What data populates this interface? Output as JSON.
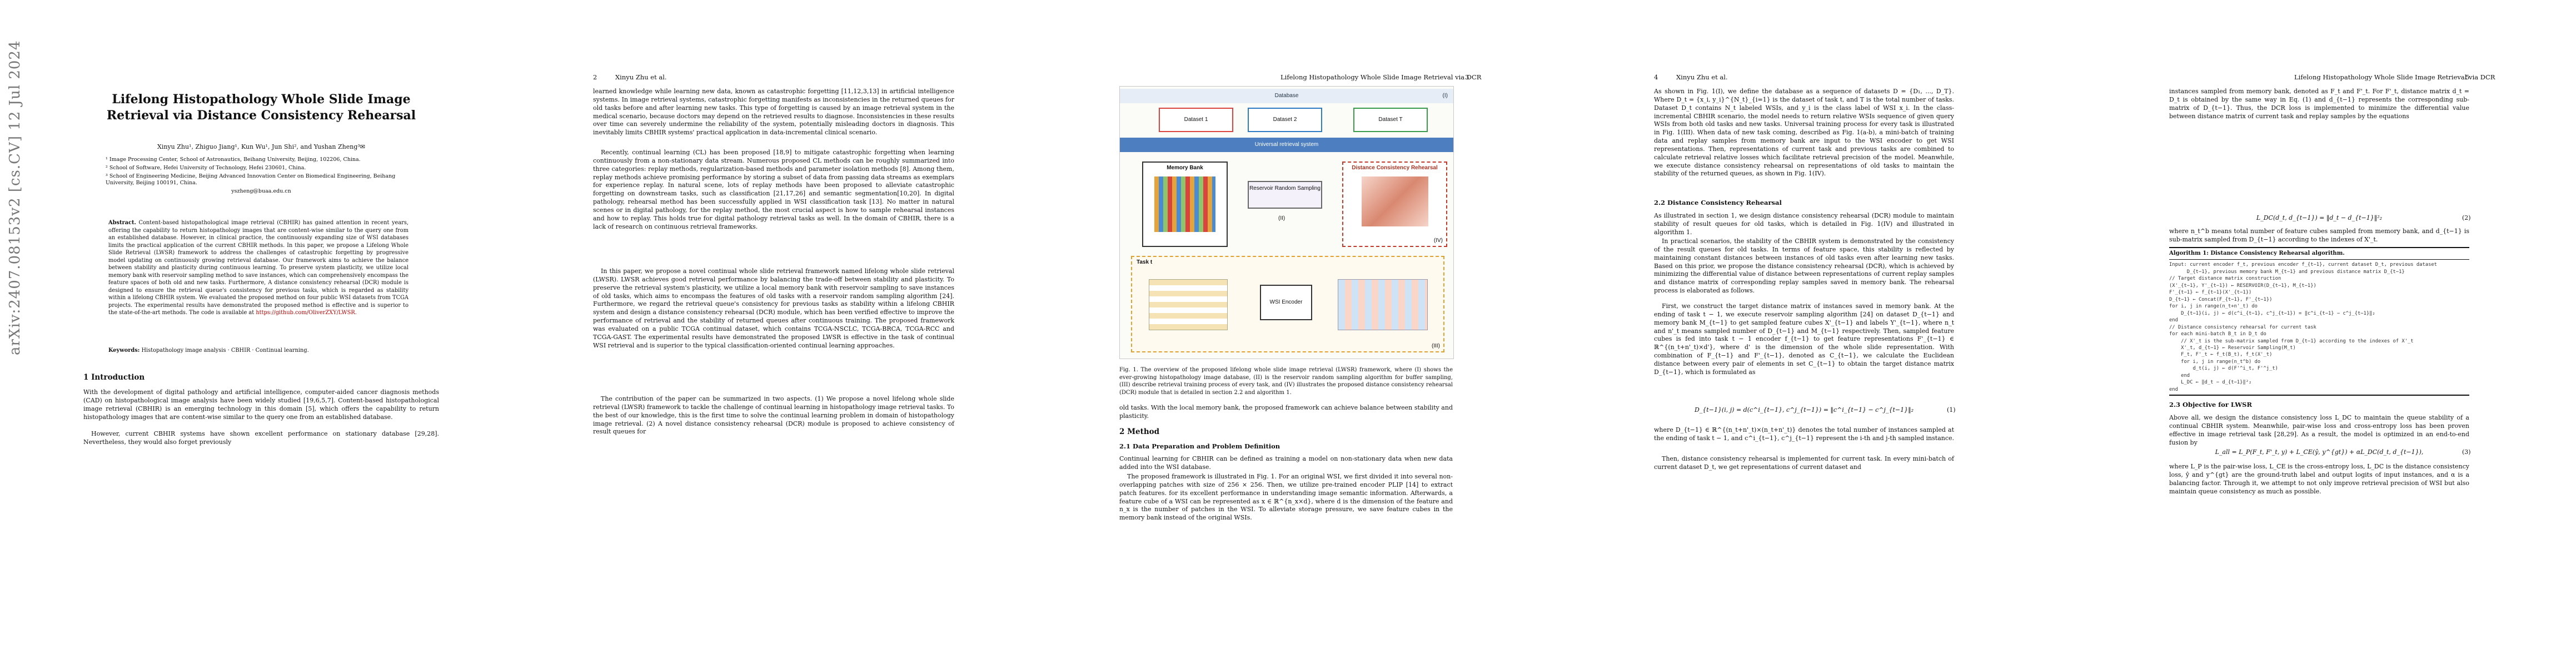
{
  "side_label": "arXiv:2407.08153v2 [cs.CV] 12 Jul 2024",
  "paper": {
    "title_line1": "Lifelong Histopathology Whole Slide Image",
    "title_line2": "Retrieval via Distance Consistency Rehearsal",
    "authors": "Xinyu Zhu¹, Zhiguo Jiang¹, Kun Wu¹, Jun Shi², and Yushan Zheng³✉",
    "affil_1": "¹ Image Processing Center, School of Astronautics, Beihang University, Beijing, 102206, China.",
    "affil_2": "² School of Software, Hefei University of Technology, Hefei 230601, China.",
    "affil_3": "³ School of Engineering Medicine, Beijing Advanced Innovation Center on Biomedical Engineering, Beihang University, Beijing 100191, China.",
    "email": "yszheng@buaa.edu.cn",
    "abstract_label": "Abstract.",
    "abstract": "Content-based histopathological image retrieval (CBHIR) has gained attention in recent years, offering the capability to return histopathology images that are content-wise similar to the query one from an established database. However, in clinical practice, the continuously expanding size of WSI databases limits the practical application of the current CBHIR methods. In this paper, we propose a Lifelong Whole Slide Retrieval (LWSR) framework to address the challenges of catastrophic forgetting by progressive model updating on continuously growing retrieval database. Our framework aims to achieve the balance between stability and plasticity during continuous learning. To preserve system plasticity, we utilize local memory bank with reservoir sampling method to save instances, which can comprehensively encompass the feature spaces of both old and new tasks. Furthermore, A distance consistency rehearsal (DCR) module is designed to ensure the retrieval queue's consistency for previous tasks, which is regarded as stability within a lifelong CBHIR system. We evaluated the proposed method on four public WSI datasets from TCGA projects. The experimental results have demonstrated the proposed method is effective and is superior to the state-of-the-art methods. The code is available at",
    "code_url": "https://github.com/OliverZXY/LWSR.",
    "keywords_label": "Keywords:",
    "keywords": "Histopathology image analysis · CBHIR · Continual learning."
  },
  "page1": {
    "section": "1   Introduction",
    "p1": "With the development of digital pathology and artificial intelligence, computer-aided cancer diagnosis methods (CAD) on histopathological image analysis have been widely studied [19,6,5,7]. Content-based histopathological image retrieval (CBHIR) is an emerging technology in this domain [5], which offers the capability to return histopathology images that are content-wise similar to the query one from an established database.",
    "p2": "However, current CBHIR systems have shown excellent performance on stationary database [29,28]. Nevertheless, they would also forget previously"
  },
  "page2": {
    "num": "2",
    "running": "Xinyu Zhu et al.",
    "p1": "learned knowledge while learning new data, known as catastrophic forgetting [11,12,3,13] in artificial intelligence systems. In image retrieval systems, catastrophic forgetting manifests as inconsistencies in the returned queues for old tasks before and after learning new tasks. This type of forgetting is caused by an image retrieval system in the medical scenario, because doctors may depend on the retrieved results to diagnose. Inconsistencies in these results over time can severely undermine the reliability of the system, potentially misleading doctors in diagnosis. This inevitably limits CBHIR systems' practical application in data-incremental clinical scenario.",
    "p2": "Recently, continual learning (CL) has been proposed [18,9] to mitigate catastrophic forgetting when learning continuously from a non-stationary data stream. Numerous proposed CL methods can be roughly summarized into three categories: replay methods, regularization-based methods and parameter isolation methods [8]. Among them, replay methods achieve promising performance by storing a subset of data from passing data streams as exemplars for experience replay. In natural scene, lots of replay methods have been proposed to alleviate catastrophic forgetting on downstream tasks, such as classification [21,17,26] and semantic segmentation[10,20]. In digital pathology, rehearsal method has been successfully applied in WSI classification task [13]. No matter in natural scenes or in digital pathology, for the replay method, the most crucial aspect is how to sample rehearsal instances and how to replay. This holds true for digital pathology retrieval tasks as well. In the domain of CBHIR, there is a lack of research on continuous retrieval frameworks.",
    "p3": "In this paper, we propose a novel continual whole slide retrieval framework named lifelong whole slide retrieval (LWSR). LWSR achieves good retrieval performance by balancing the trade-off between stability and plasticity. To preserve the retrieval system's plasticity, we utilize a local memory bank with reservoir sampling to save instances of old tasks, which aims to encompass the features of old tasks with a reservoir random sampling algorithm [24]. Furthermore, we regard the retrieval queue's consistency for previous tasks as stability within a lifelong CBHIR system and design a distance consistency rehearsal (DCR) module, which has been verified effective to improve the performance of retrieval and the stability of returned queues after continuous training. The proposed framework was evaluated on a public TCGA continual dataset, which contains TCGA-NSCLC, TCGA-BRCA, TCGA-RCC and TCGA-GAST. The experimental results have demonstrated the proposed LWSR is effective in the task of continual WSI retrieval and is superior to the typical classification-oriented continual learning approaches.",
    "p4": "The contribution of the paper can be summarized in two aspects. (1) We propose a novel lifelong whole slide retrieval (LWSR) framework to tackle the challenge of continual learning in histopathology image retrieval tasks. To the best of our knowledge, this is the first time to solve the continual learning problem in domain of histopathology image retrieval. (2) A novel distance consistency rehearsal (DCR) module is proposed to achieve consistency of result queues for"
  },
  "page3": {
    "num": "3",
    "running": "Lifelong Histopathology Whole Slide Image Retrieval via DCR",
    "fig_database": "Database",
    "fig_datasets": [
      "Dataset 1",
      "Dataset 2",
      "Dataset T"
    ],
    "fig_memory": "Memory Bank",
    "fig_reservoir": "Reservoir Random Sampling",
    "fig_dcr": "Distance Consistency Rehearsal",
    "fig_task": "Task t",
    "fig_wsi_encoder": "WSI Encoder",
    "fig_i": "(I)",
    "fig_ii": "(II)",
    "fig_iii": "(III)",
    "fig_iv": "(IV)",
    "fig_universal": "Universal retrieval system",
    "caption": "Fig. 1. The overview of the proposed lifelong whole slide image retrieval (LWSR) framework, where (I) shows the ever-growing histopathology image database, (II) is the reservoir random sampling algorithm for buffer sampling, (III) describe retrieval training process of every task, and (IV) illustrates the proposed distance consistency rehearsal (DCR) module that is detailed in section 2.2 and algorithm 1.",
    "p1": "old tasks. With the local memory bank, the proposed framework can achieve balance between stability and plasticity.",
    "section": "2   Method",
    "sub1": "2.1   Data Preparation and Problem Definition",
    "p2": "Continual learning for CBHIR can be defined as training a model on non-stationary data when new data added into the WSI database.",
    "p3": "The proposed framework is illustrated in Fig. 1. For an original WSI, we first divided it into several non-overlapping patches with size of 256 × 256. Then, we utilize pre-trained encoder PLIP [14] to extract patch features. for its excellent performance in understanding image semantic information. Afterwards, a feature cube of a WSI can be represented as x ∈ ℝ^{n_x×d}, where d is the dimension of the feature and n_x is the number of patches in the WSI. To alleviate storage pressure, we save feature cubes in the memory bank instead of the original WSIs."
  },
  "page4": {
    "num": "4",
    "running": "Xinyu Zhu et al.",
    "p1": "As shown in Fig. 1(I), we define the database as a sequence of datasets D = {D₁, ..., D_T}. Where D_t = {x_i, y_i}^{N_t}_{i=1} is the dataset of task t, and T is the total number of tasks. Dataset D_t contains N_t labeled WSIs, and y_i is the class label of WSI x_i. In the class-incremental CBHIR scenario, the model needs to return relative WSIs sequence of given query WSIs from both old tasks and new tasks. Universal training process for every task is illustrated in Fig. 1(III). When data of new task coming, described as Fig. 1(a-b), a mini-batch of training data and replay samples from memory bank are input to the WSI encoder to get WSI representations. Then, representations of current task and previous tasks are combined to calculate retrieval relative losses which facilitate retrieval precision of the model. Meanwhile, we execute distance consistency rehearsal on representations of old tasks to maintain the stability of the returned queues, as shown in Fig. 1(IV).",
    "sub1": "2.2   Distance Consistency Rehearsal",
    "p2": "As illustrated in section 1, we design distance consistency rehearsal (DCR) module to maintain stability of result queues for old tasks, which is detailed in Fig. 1(IV) and illustrated in algorithm 1.",
    "p3": "In practical scenarios, the stability of the CBHIR system is demonstrated by the consistency of the result queues for old tasks. In terms of feature space, this stability is reflected by maintaining constant distances between instances of old tasks even after learning new tasks. Based on this prior, we propose the distance consistency rehearsal (DCR), which is achieved by minimizing the differential value of distance between representations of current replay samples and distance matrix of corresponding replay samples saved in memory bank. The rehearsal process is elaborated as follows.",
    "p4": "First, we construct the target distance matrix of instances saved in memory bank. At the ending of task t − 1, we execute reservoir sampling algorithm [24] on dataset D_{t−1} and memory bank M_{t−1} to get sampled feature cubes X'_{t−1} and labels Y'_{t−1}, where n_t and n'_t means sampled number of D_{t−1} and M_{t−1} respectively. Then, sampled feature cubes is fed into task t − 1 encoder f_{t−1} to get feature representations F'_{t−1} ∈ ℝ^{(n_t+n'_t)×d'}, where d' is the dimension of the whole slide representation. With combination of F_{t−1} and F'_{t−1}, denoted as C_{t−1}, we calculate the Euclidean distance between every pair of elements in set C_{t−1} to obtain the target distance matrix D_{t−1}, which is formulated as",
    "eq1": "D_{t−1}(i, j) = d(c^i_{t−1}, c^j_{t−1}) = ‖c^i_{t−1} − c^j_{t−1}‖₂",
    "eq1_no": "(1)",
    "p5": "where D_{t−1} ∈ ℝ^{(n_t+n'_t)×(n_t+n'_t)} denotes the total number of instances sampled at the ending of task t − 1, and c^i_{t−1}, c^j_{t−1} represent the i-th and j-th sampled instance.",
    "p6": "Then, distance consistency rehearsal is implemented for current task. In every mini-batch of current dataset D_t, we get representations of current dataset and"
  },
  "page5": {
    "num": "5",
    "running": "Lifelong Histopathology Whole Slide Image Retrieval via DCR",
    "p1": "instances sampled from memory bank, denoted as F_t and F'_t. For F'_t, distance matrix d_t = D_t is obtained by the same way in Eq. (1) and d_{t−1} represents the corresponding sub-matrix of D_{t−1}. Thus, the DCR loss is implemented to minimize the differential value between distance matrix of current task and replay samples by the equations",
    "eq2": "L_DC(d_t, d_{t−1}) = ‖d_t − d_{t−1}‖²₂",
    "eq2_no": "(2)",
    "p2": "where n_t^b means total number of feature cubes sampled from memory bank, and d_{t−1} is sub-matrix sampled from D_{t−1} according to the indexes of X'_t.",
    "algo_title": "Algorithm 1: Distance Consistency Rehearsal algorithm.",
    "algo_lines": [
      "Input: current encoder f_t, previous encoder f_{t−1}, current dataset D_t, previous dataset",
      "      D_{t−1}, previous memory bank M_{t−1} and previous distance matrix D_{t−1}",
      "// Target distance matrix construction",
      "(X'_{t−1}, Y'_{t−1}) ← RESERVOIR(D_{t−1}, M_{t−1})",
      "F'_{t−1} ← f_{t−1}(X'_{t−1})",
      "D_{t−1} ← Concat(F_{t−1}, F'_{t−1})",
      "for i, j in range(n_t+n'_t) do",
      "    D_{t−1}(i, j) ← d(c^i_{t−1}, c^j_{t−1}) = ‖c^i_{t−1} − c^j_{t−1}‖₂",
      "end",
      "// Distance consistency rehearsal for current task",
      "for each mini-batch B_t in D_t do",
      "    // X'_t is the sub-matrix sampled from D_{t−1} according to the indexes of X'_t",
      "    X'_t, d_{t−1} ← Reservoir Sampling(M_t)",
      "    F_t, F'_t ← f_t(B_t), f_t(X'_t)",
      "    for i, j in range(n_t^b) do",
      "        d_t(i, j) ← d(F'^i_t, F'^j_t)",
      "    end",
      "    L_DC ← ‖d_t − d_{t−1}‖²₂",
      "end"
    ],
    "sub1": "2.3   Objective for LWSR",
    "p3": "Above all, we design the distance consistency loss L_DC to maintain the queue stability of a continual CBHIR system. Meanwhile, pair-wise loss and cross-entropy loss has been proven effective in image retrieval task [28,29]. As a result, the model is optimized in an end-to-end fusion by",
    "eq3": "L_all = L_P(F_t, F'_t, y) + L_CE(ŷ, y^{gt}) + αL_DC(d_t, d_{t−1}),",
    "eq3_no": "(3)",
    "p4": "where L_P is the pair-wise loss, L_CE is the cross-entropy loss, L_DC is the distance consistency loss, ŷ and y^{gt} are the ground-truth label and output logits of input instances, and α is a balancing factor. Through it, we attempt to not only improve retrieval precision of WSI but also maintain queue consistency as much as possible."
  }
}
